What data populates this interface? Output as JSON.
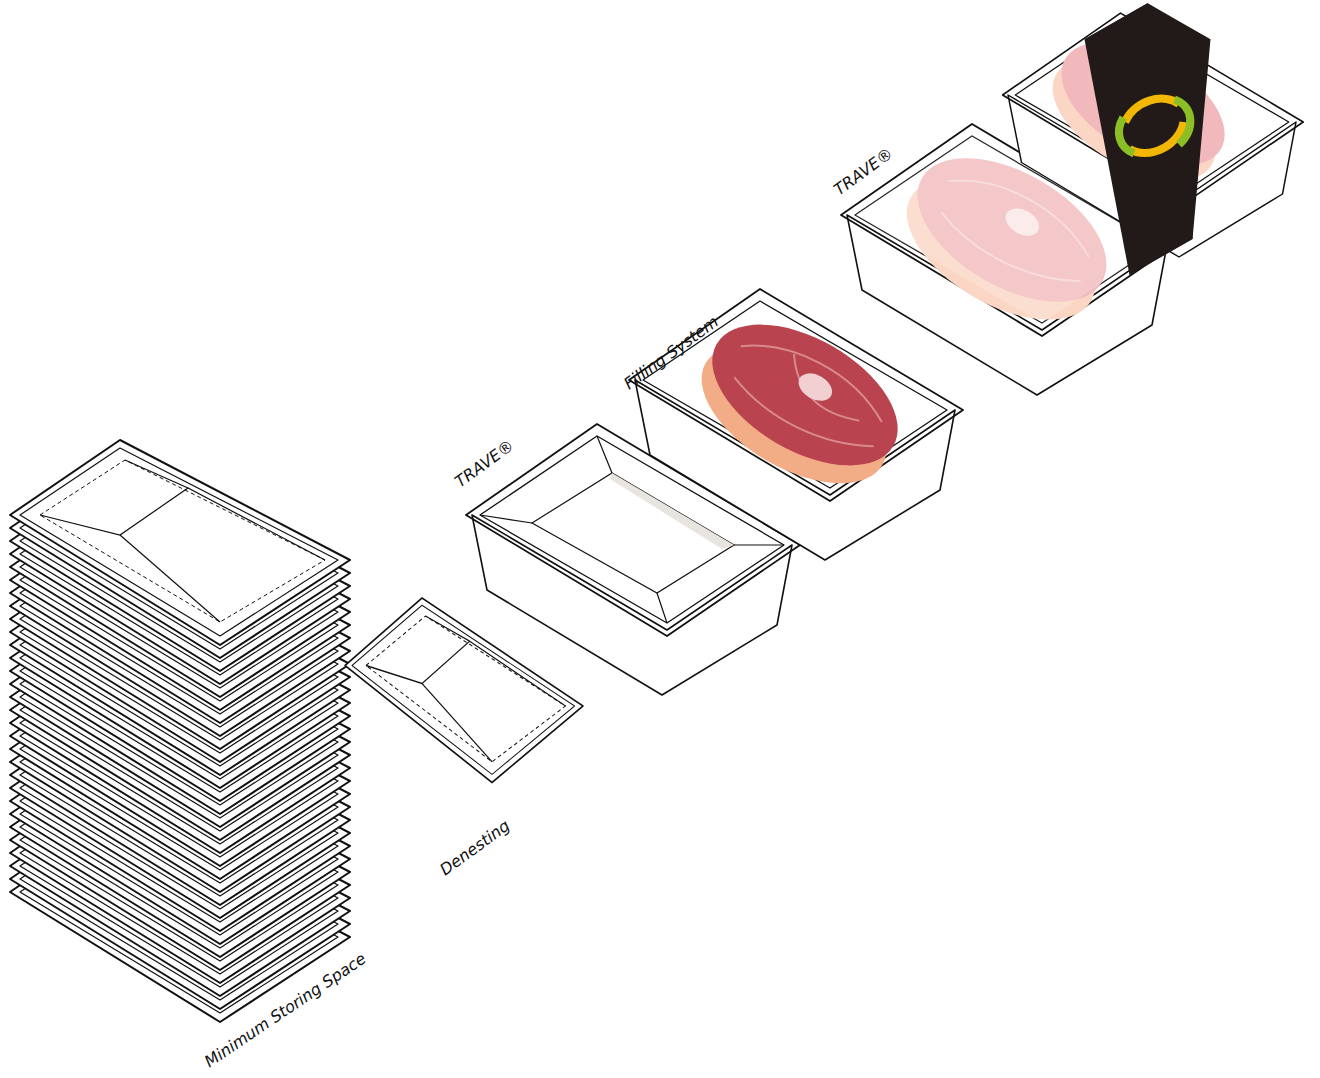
{
  "diagram": {
    "labels": [
      "Minimum Storing Space",
      "Denesting",
      "TRAVE®",
      "Filling System",
      "TRAVE®"
    ]
  }
}
